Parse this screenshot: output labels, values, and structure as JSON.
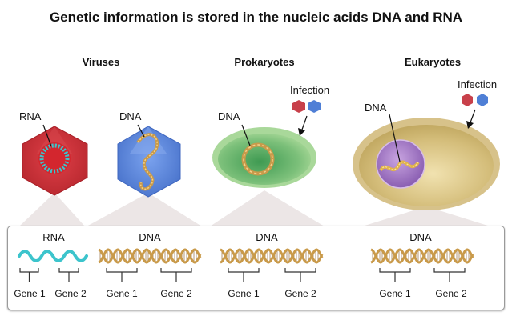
{
  "title": "Genetic information is stored in the nucleic acids DNA and RNA",
  "groups": {
    "viruses": "Viruses",
    "prokaryotes": "Prokaryotes",
    "eukaryotes": "Eukaryotes"
  },
  "callouts": {
    "virus_rna": "RNA",
    "virus_dna": "DNA",
    "prok_dna": "DNA",
    "euk_dna": "DNA",
    "prok_infection": "Infection",
    "euk_infection": "Infection"
  },
  "panel": {
    "columns": [
      {
        "molecule": "RNA",
        "genes": [
          "Gene 1",
          "Gene 2"
        ]
      },
      {
        "molecule": "DNA",
        "genes": [
          "Gene 1",
          "Gene 2"
        ]
      },
      {
        "molecule": "DNA",
        "genes": [
          "Gene 1",
          "Gene 2"
        ]
      },
      {
        "molecule": "DNA",
        "genes": [
          "Gene 1",
          "Gene 2"
        ]
      }
    ]
  },
  "colors": {
    "rna_virus": "#c8323a",
    "dna_virus": "#4f7fd6",
    "prokaryote": "#8cc47a",
    "eukaryote": "#dcc88e",
    "nucleus": "#a27ac4",
    "rna_strand": "#3cc4cc",
    "dna_strand": "#c99a4a"
  }
}
